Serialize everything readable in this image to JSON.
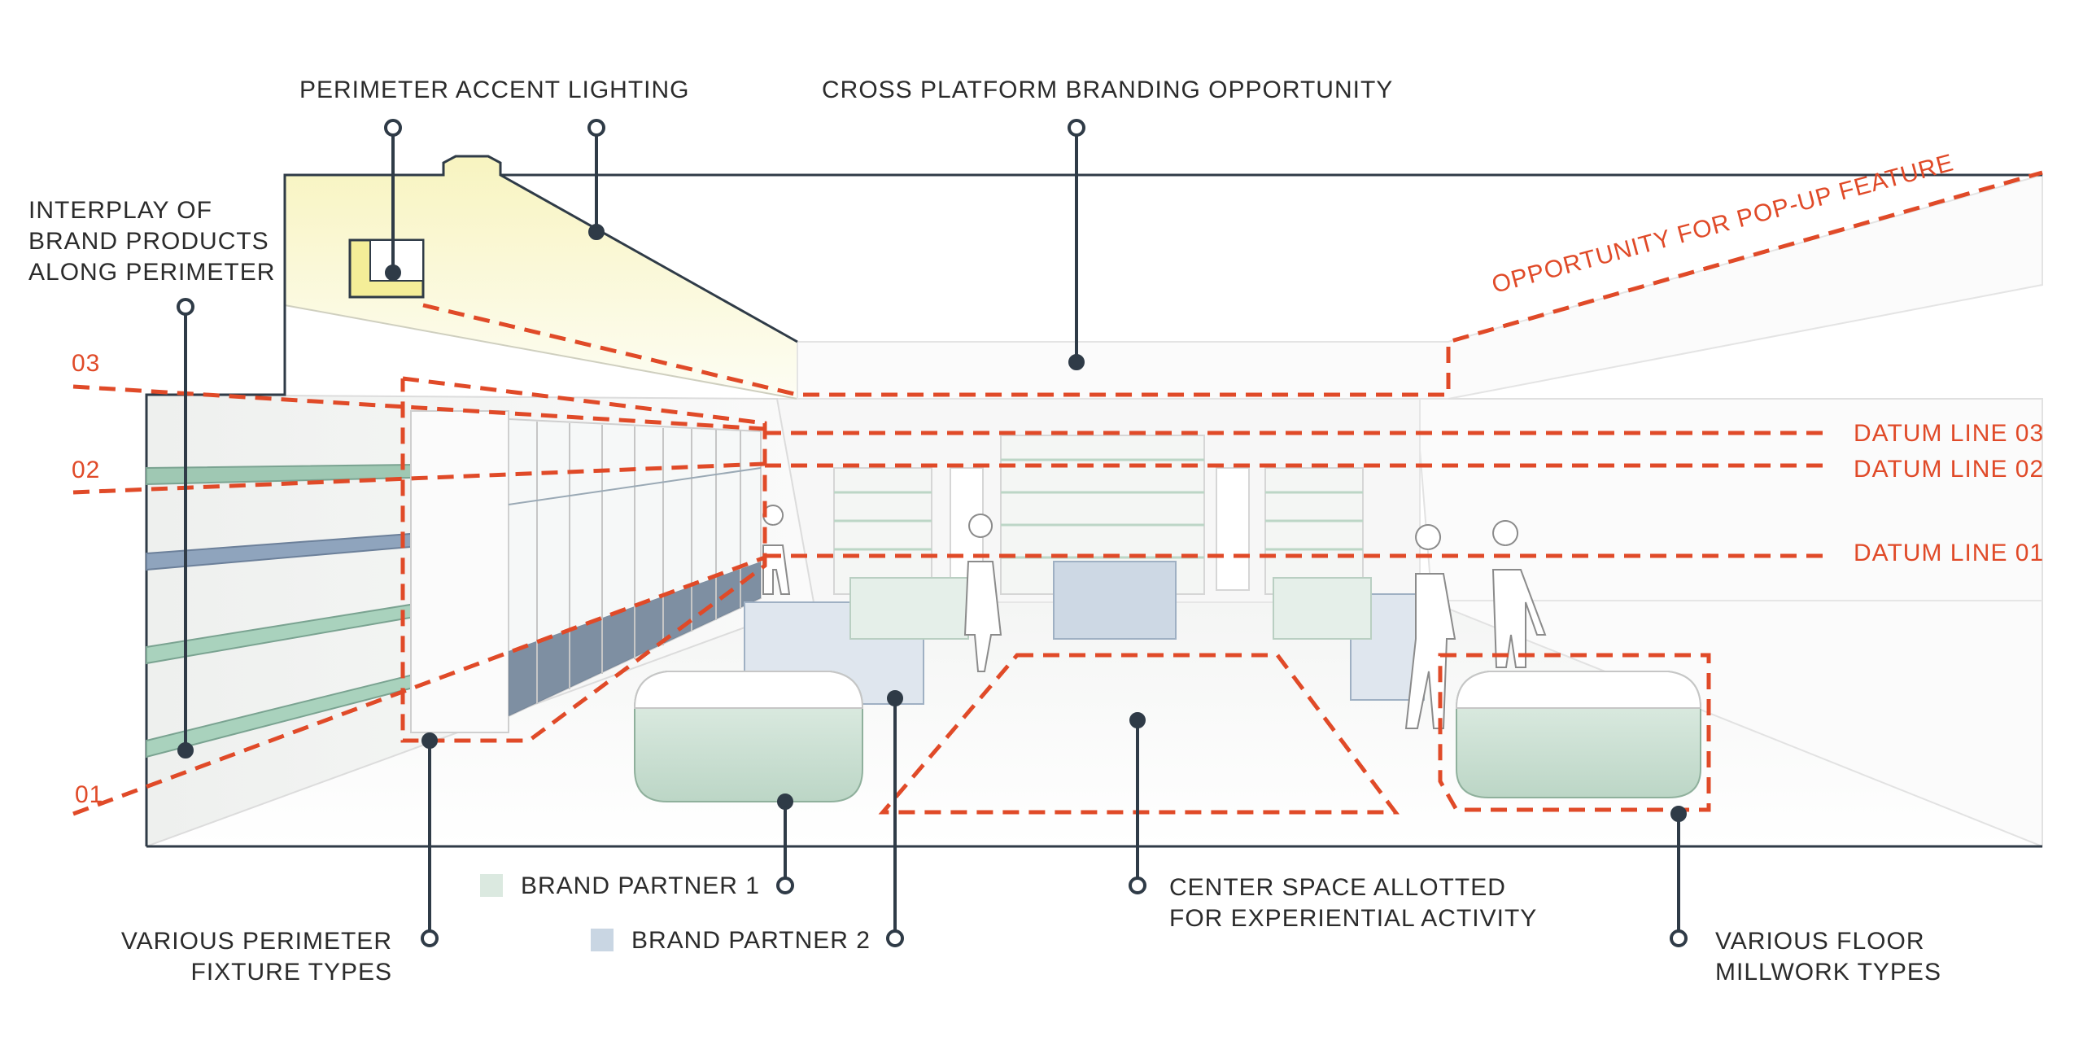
{
  "labels": {
    "perimeter_accent_lighting": "PERIMETER ACCENT LIGHTING",
    "cross_platform_branding": "CROSS PLATFORM BRANDING OPPORTUNITY",
    "interplay_brand_products": "INTERPLAY OF\nBRAND PRODUCTS\nALONG PERIMETER",
    "opportunity_popup": "OPPORTUNITY FOR POP-UP FEATURE",
    "various_perimeter_fixtures": "VARIOUS PERIMETER\nFIXTURE TYPES",
    "center_space": "CENTER SPACE ALLOTTED\nFOR EXPERIENTIAL ACTIVITY",
    "various_floor_millwork": "VARIOUS FLOOR\nMILLWORK TYPES"
  },
  "datum_lines": {
    "line_03": "DATUM LINE 03",
    "line_02": "DATUM LINE 02",
    "line_01": "DATUM LINE 01"
  },
  "levels": {
    "level_03": "03",
    "level_02": "02",
    "level_01": "01"
  },
  "legend": {
    "partner_1": {
      "label": "BRAND PARTNER 1",
      "color": "#dbe9e0"
    },
    "partner_2": {
      "label": "BRAND PARTNER 2",
      "color": "#c9d6e3"
    }
  },
  "colors": {
    "accent_red": "#e04a28",
    "leader_dark": "#2f3b47",
    "glow_yellow": "#f6f2b4",
    "fixture_green": "#c9e0d2",
    "fixture_blue": "#a9b9cc"
  }
}
